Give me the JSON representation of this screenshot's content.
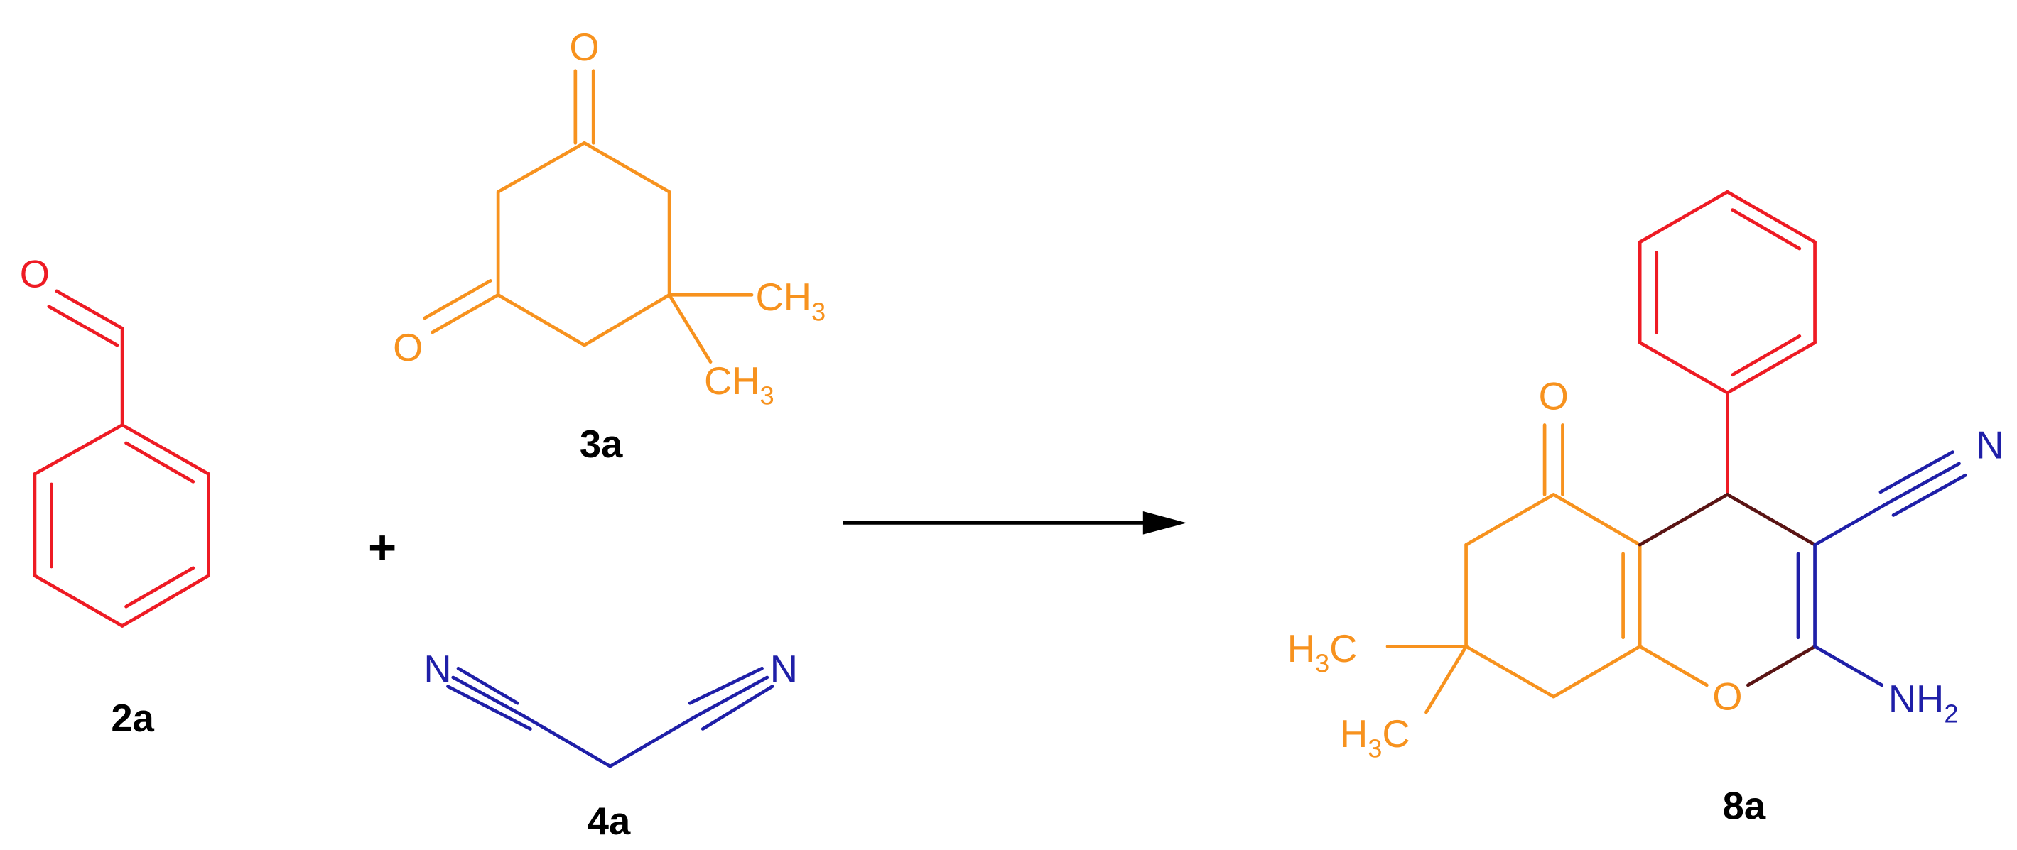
{
  "colors": {
    "benzaldehyde": "#ee1b24",
    "dimedone": "#f7921e",
    "malononitrile": "#1f1fa8",
    "newbond": "#5a1414",
    "arrow": "#000000"
  },
  "compounds": {
    "benzaldehyde_label": "2a",
    "dimedone_label": "3a",
    "malononitrile_label": "4a",
    "product_label": "8a"
  },
  "operators": {
    "plus": "+"
  },
  "atoms": {
    "oxygen": "O",
    "nitrogen": "N",
    "methyl_c": "C",
    "methyl_h3": "3",
    "methyl_ch": "CH",
    "methyl_h": "H",
    "amine_nh": "NH",
    "amine_2": "2"
  }
}
